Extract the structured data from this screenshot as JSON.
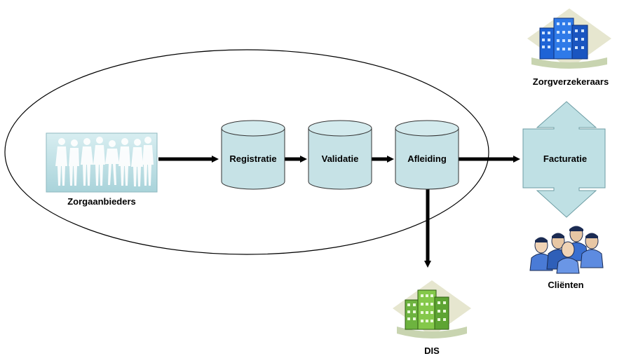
{
  "nodes": {
    "providers": {
      "label": "Zorgaanbieders",
      "icon": "people-silhouettes-icon"
    },
    "registration": {
      "label": "Registratie"
    },
    "validation": {
      "label": "Validatie"
    },
    "derivation": {
      "label": "Afleiding"
    },
    "invoicing": {
      "label": "Facturatie"
    },
    "insurers": {
      "label": "Zorgverzekeraars",
      "icon": "office-building-icon"
    },
    "clients": {
      "label": "Cliënten",
      "icon": "people-group-icon"
    },
    "dis": {
      "label": "DIS",
      "icon": "office-building-icon"
    }
  },
  "colors": {
    "cylinder_fill": "#c6e2e6",
    "cylinder_stroke": "#333333",
    "arrow": "#000000",
    "block_arrow_fill": "#bfe0e4",
    "building_blue": "#1e63d6",
    "building_green": "#7ac142",
    "panel_fill": "#bfe0e6"
  }
}
